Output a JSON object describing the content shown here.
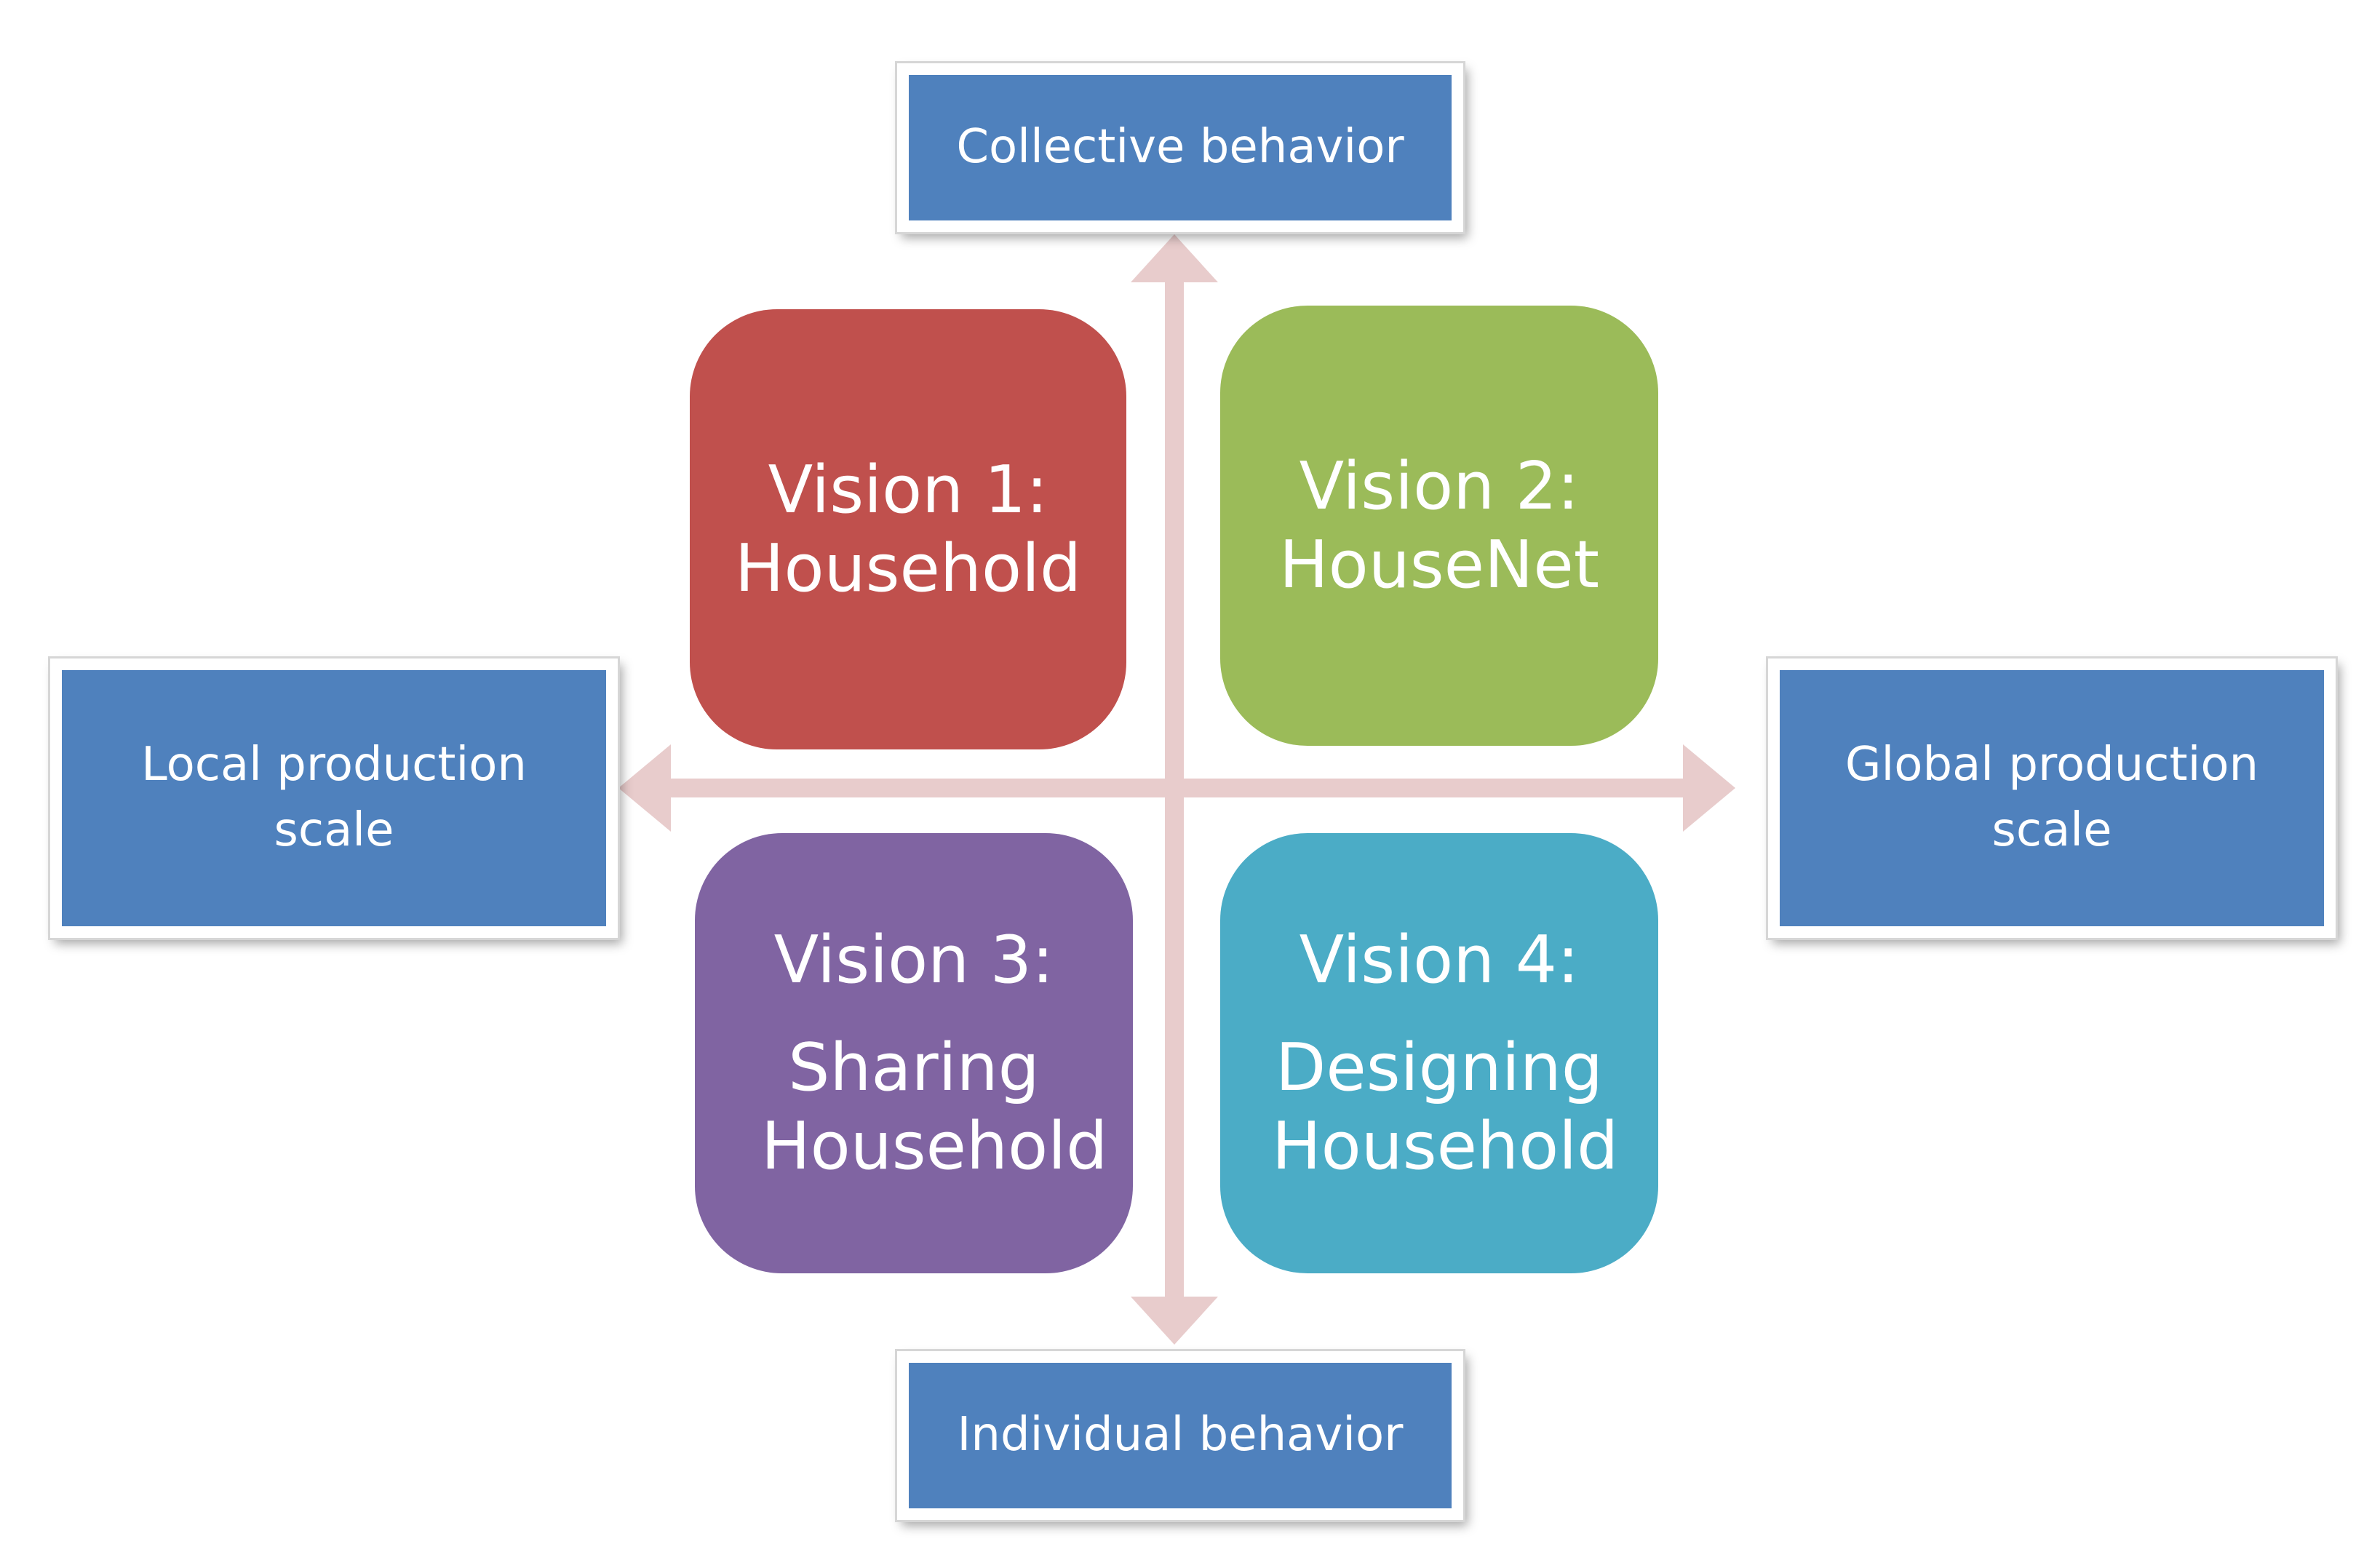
{
  "colors": {
    "axis_box": "#4f81bd",
    "arrow": "#e8cccc",
    "vision_1": "#c0504d",
    "vision_2": "#9bbb59",
    "vision_3": "#8064a2",
    "vision_4": "#4bacc6"
  },
  "axes": {
    "top": "Collective behavior",
    "bottom": "Individual  behavior",
    "left": "Local production scale",
    "right": "Global production scale"
  },
  "visions": [
    {
      "title": "Vision 1:",
      "name": "Household"
    },
    {
      "title": "Vision 2:",
      "name": "HouseNet"
    },
    {
      "title": "Vision 3:",
      "name": "Sharing Household"
    },
    {
      "title": "Vision 4:",
      "name": "Designing Household"
    }
  ]
}
